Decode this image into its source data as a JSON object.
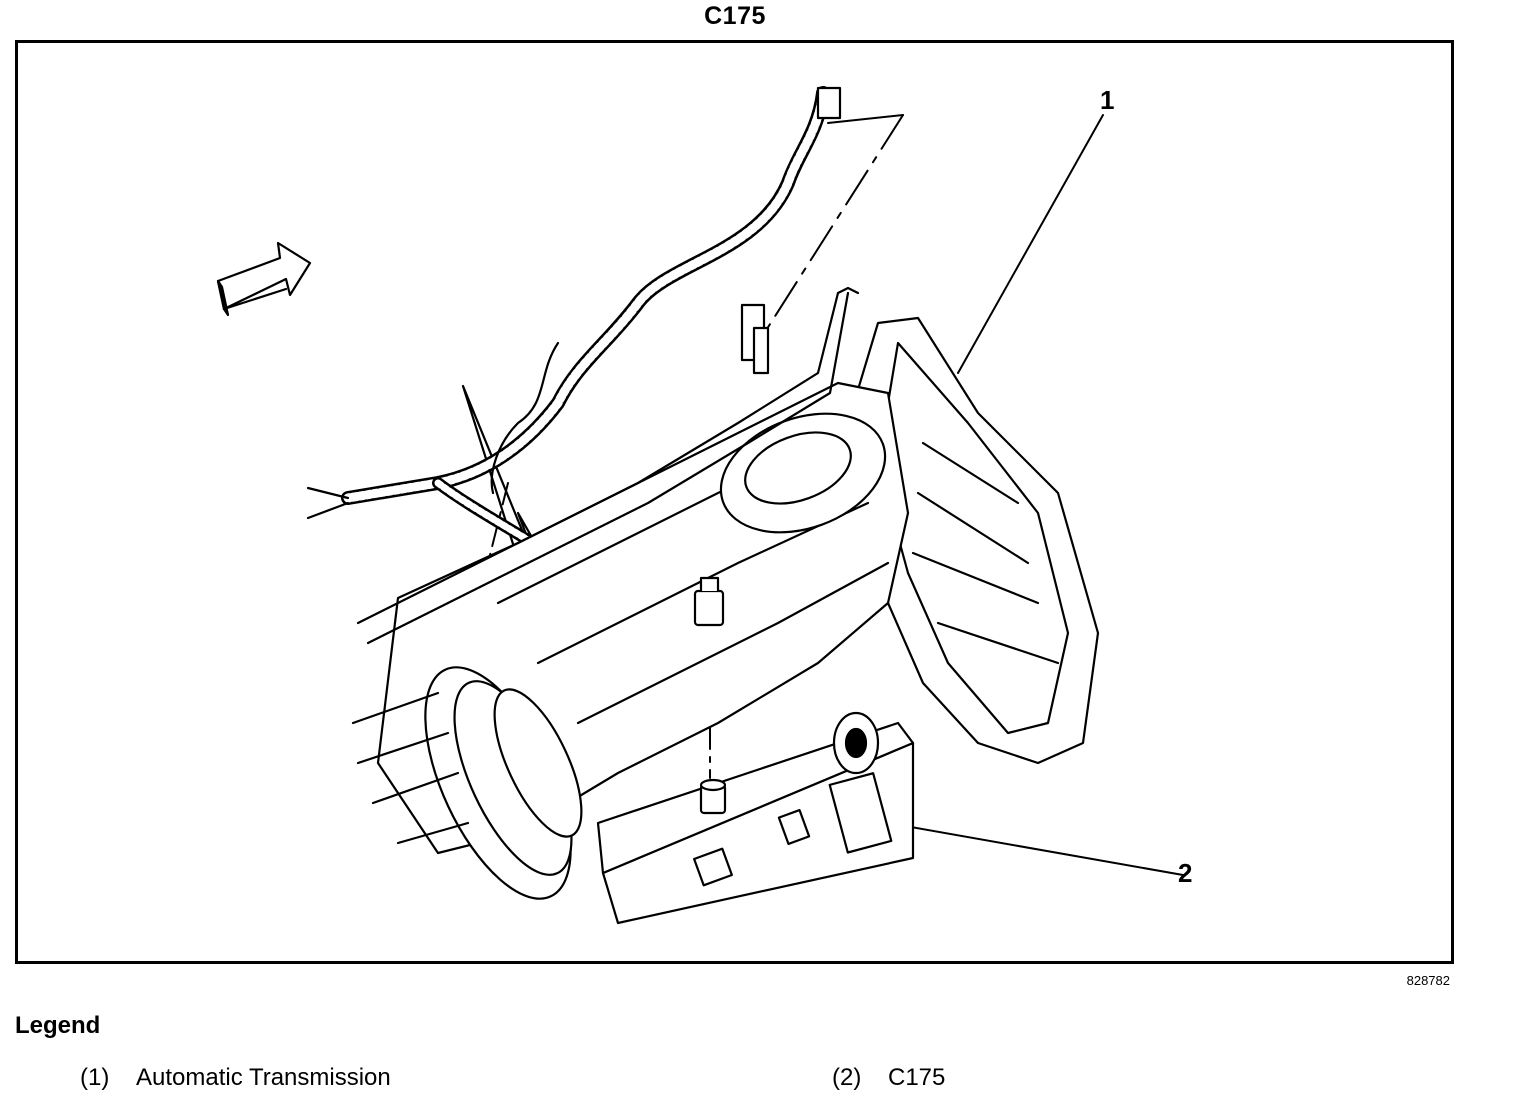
{
  "title": "C175",
  "callouts": [
    {
      "number": "1"
    },
    {
      "number": "2"
    }
  ],
  "figure_id": "828782",
  "legend": {
    "heading": "Legend",
    "items": [
      {
        "number": "(1)",
        "label": "Automatic Transmission"
      },
      {
        "number": "(2)",
        "label": "C175"
      }
    ]
  }
}
